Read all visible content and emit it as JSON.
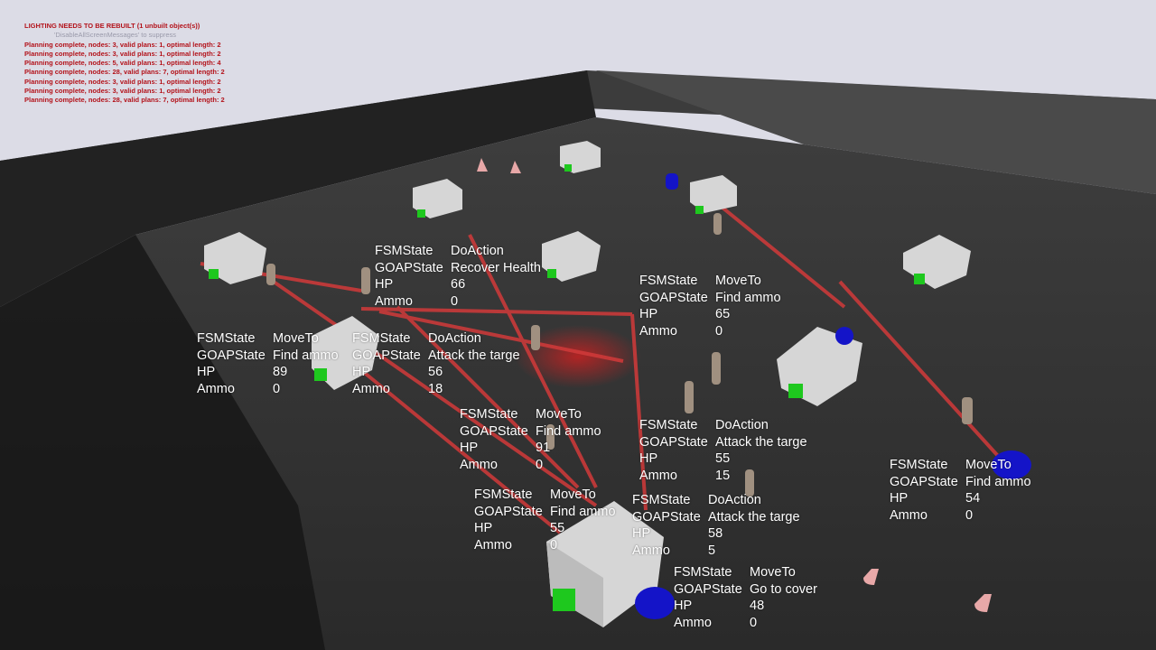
{
  "screen_messages": {
    "warning": "LIGHTING NEEDS TO BE REBUILT (1 unbuilt object(s))",
    "hint": "'DisableAllScreenMessages' to suppress",
    "log": [
      "Planning complete, nodes: 3, valid plans: 1, optimal length: 2",
      "Planning complete, nodes: 3, valid plans: 1, optimal length: 2",
      "Planning complete, nodes: 5, valid plans: 1, optimal length: 4",
      "Planning complete, nodes: 28, valid plans: 7, optimal length: 2",
      "Planning complete, nodes: 3, valid plans: 1, optimal length: 2",
      "Planning complete, nodes: 3, valid plans: 1, optimal length: 2",
      "Planning complete, nodes: 28, valid plans: 7, optimal length: 2"
    ]
  },
  "labels": {
    "fsm": "FSMState",
    "goap": "GOAPState",
    "hp": "HP",
    "ammo": "Ammo"
  },
  "agents": [
    {
      "fsm": "DoAction",
      "goap": "Recover Health",
      "hp": "66",
      "ammo": "0"
    },
    {
      "fsm": "MoveTo",
      "goap": "Find ammo",
      "hp": "65",
      "ammo": "0"
    },
    {
      "fsm": "MoveTo",
      "goap": "Find ammo",
      "hp": "89",
      "ammo": "0"
    },
    {
      "fsm": "DoAction",
      "goap": "Attack the targe",
      "hp": "56",
      "ammo": "18"
    },
    {
      "fsm": "MoveTo",
      "goap": "Find ammo",
      "hp": "91",
      "ammo": "0"
    },
    {
      "fsm": "DoAction",
      "goap": "Attack the targe",
      "hp": "55",
      "ammo": "15"
    },
    {
      "fsm": "DoAction",
      "goap": "Attack the targe",
      "hp": "58",
      "ammo": "5"
    },
    {
      "fsm": "MoveTo",
      "goap": "Find ammo",
      "hp": "55",
      "ammo": "0"
    },
    {
      "fsm": "MoveTo",
      "goap": "Go to cover",
      "hp": "48",
      "ammo": "0"
    },
    {
      "fsm": "MoveTo",
      "goap": "Find ammo",
      "hp": "54",
      "ammo": "0"
    }
  ],
  "colors": {
    "warning": "#b3121a",
    "laser": "#d23a3a",
    "ammo_box": "#1ec81e",
    "health_pickup": "#1414c8"
  }
}
